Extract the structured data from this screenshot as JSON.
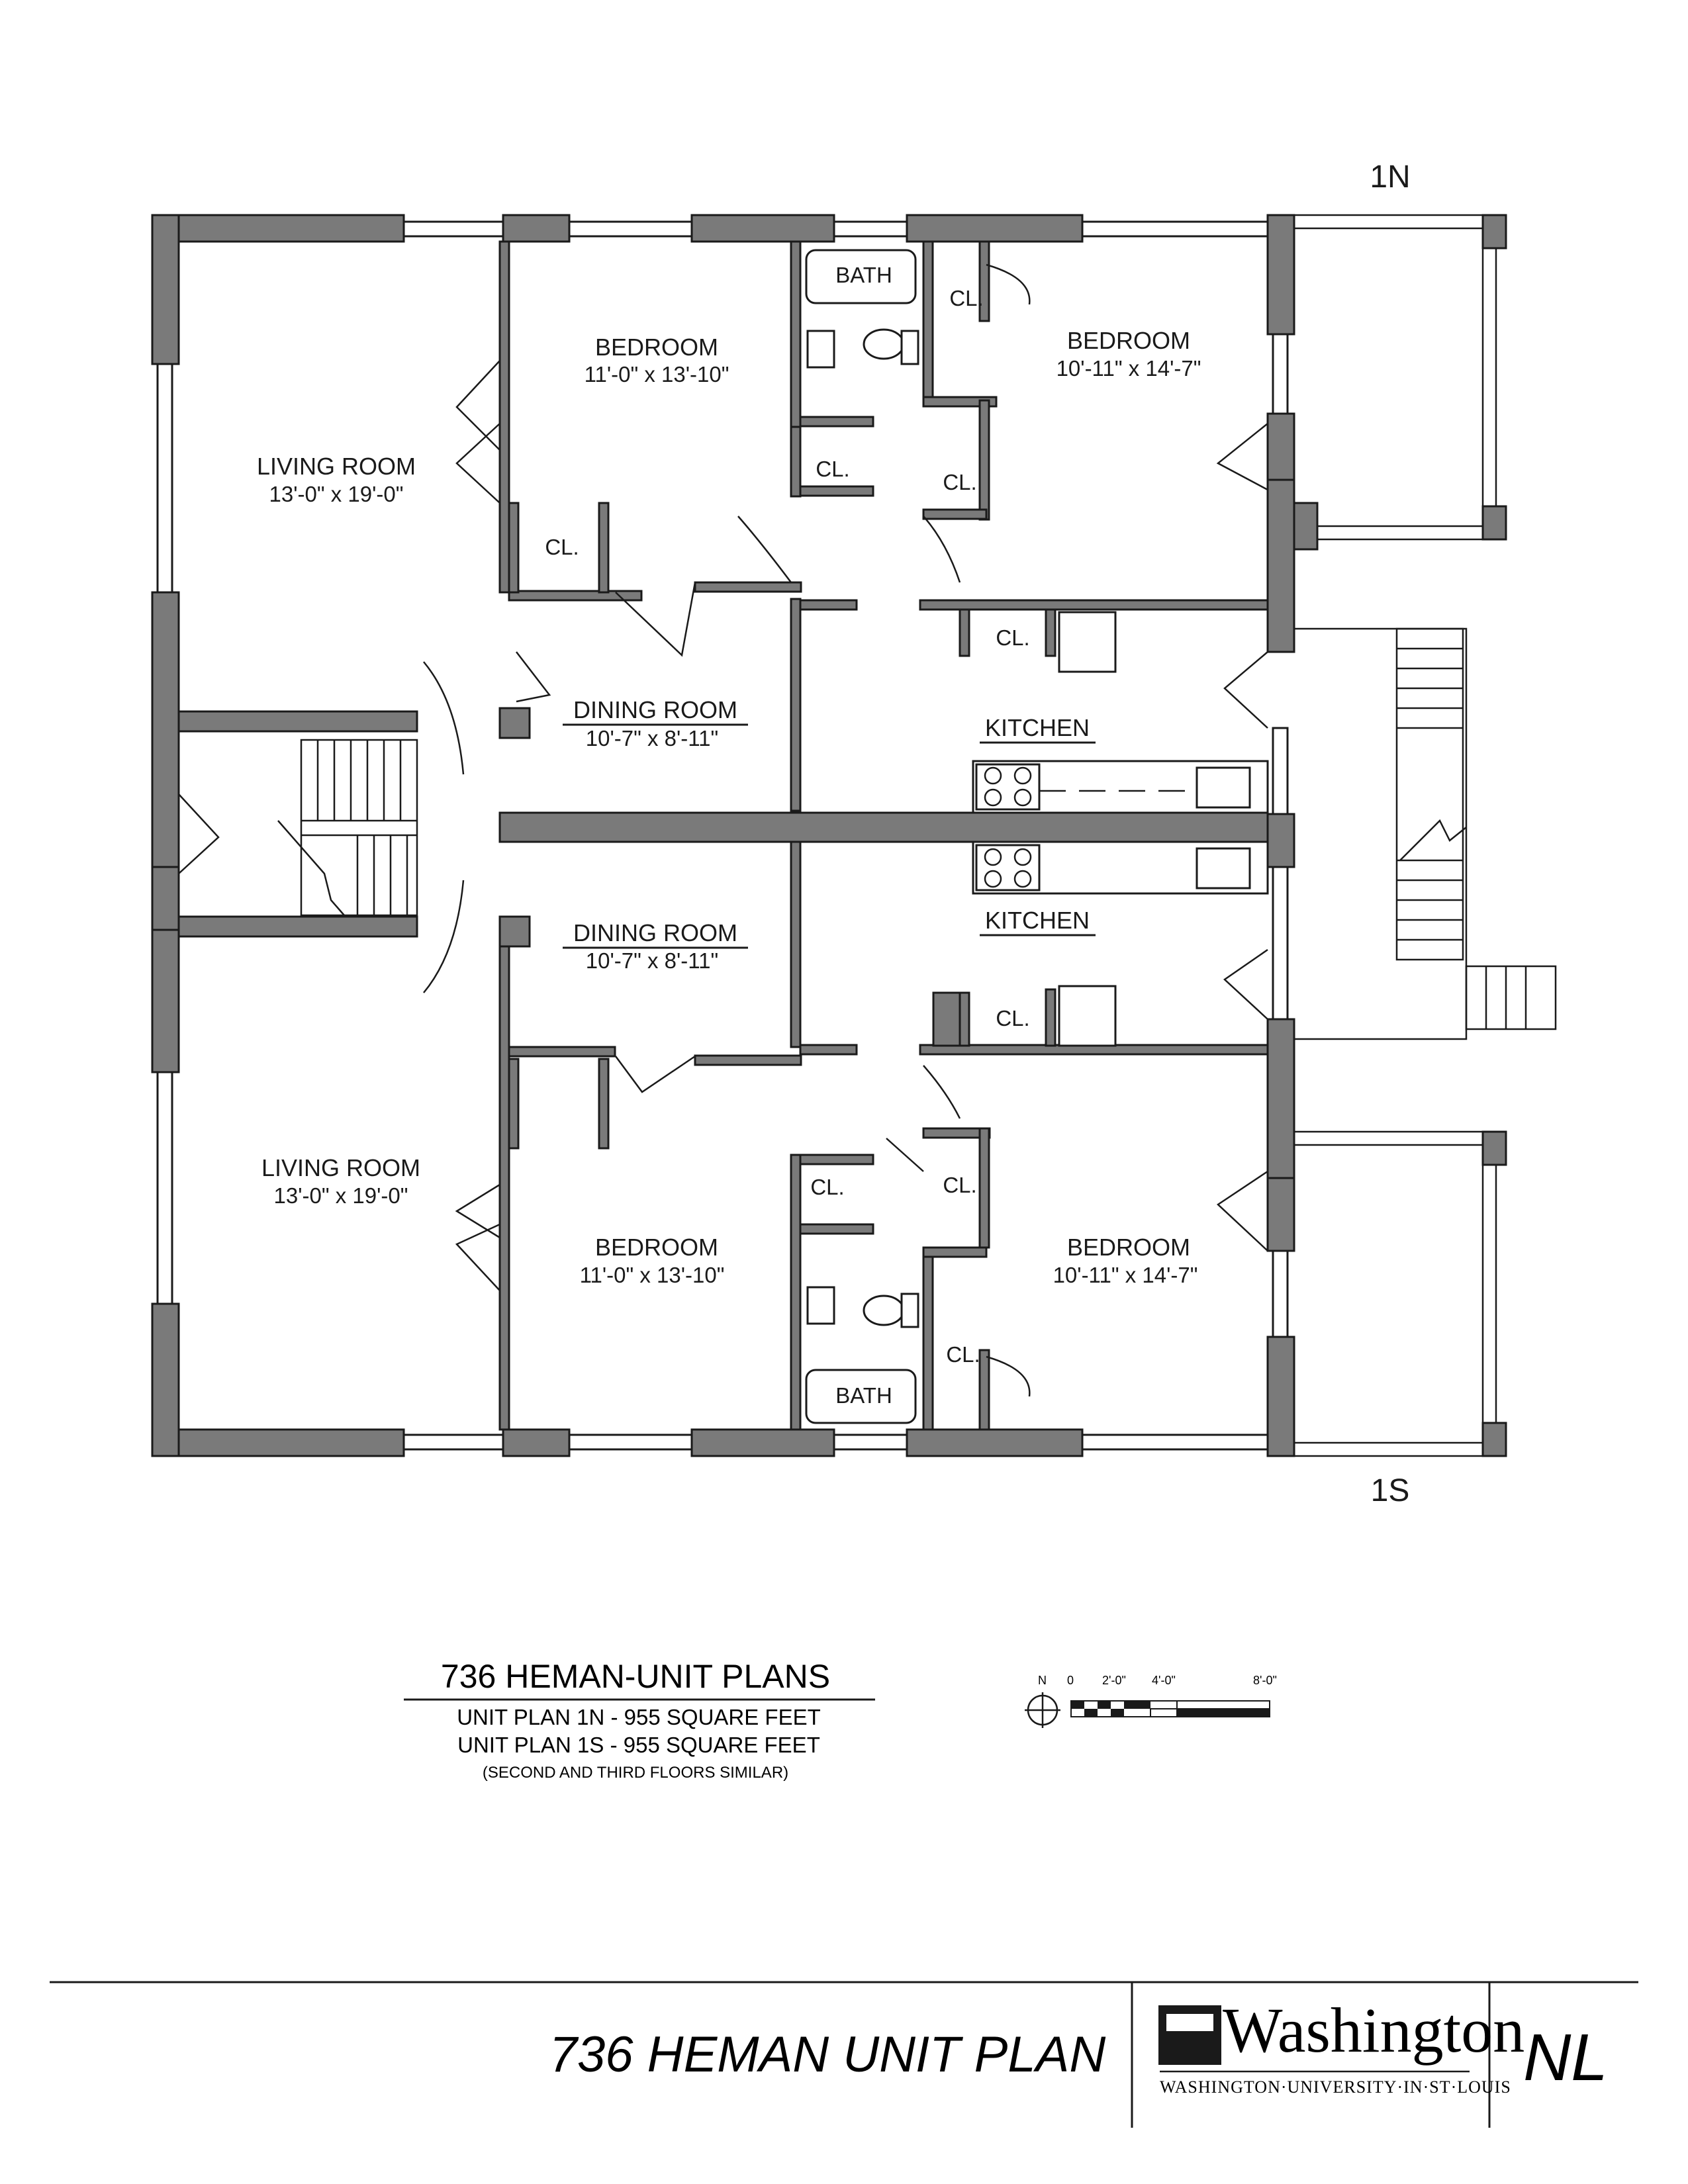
{
  "unit_tags": {
    "north": "1N",
    "south": "1S"
  },
  "rooms": {
    "living_north": {
      "name": "LIVING ROOM",
      "dims": "13'-0\" x 19'-0\""
    },
    "living_south": {
      "name": "LIVING ROOM",
      "dims": "13'-0\" x 19'-0\""
    },
    "bedroom_north_a": {
      "name": "BEDROOM",
      "dims": "11'-0\" x 13'-10\""
    },
    "bedroom_north_b": {
      "name": "BEDROOM",
      "dims": "10'-11\" x 14'-7\""
    },
    "bedroom_south_a": {
      "name": "BEDROOM",
      "dims": "11'-0\" x 13'-10\""
    },
    "bedroom_south_b": {
      "name": "BEDROOM",
      "dims": "10'-11\" x 14'-7\""
    },
    "dining_north": {
      "name": "DINING ROOM",
      "dims": "10'-7\" x 8'-11\""
    },
    "dining_south": {
      "name": "DINING ROOM",
      "dims": "10'-7\" x 8'-11\""
    },
    "kitchen_north": {
      "name": "KITCHEN"
    },
    "kitchen_south": {
      "name": "KITCHEN"
    },
    "bath_north": {
      "name": "BATH"
    },
    "bath_south": {
      "name": "BATH"
    },
    "closet_label": "CL."
  },
  "title_block": {
    "title": "736 HEMAN-UNIT PLANS",
    "line1": "UNIT PLAN 1N - 955 SQUARE FEET",
    "line2": "UNIT PLAN 1S - 955 SQUARE FEET",
    "note": "(SECOND AND THIRD FLOORS SIMILAR)"
  },
  "scale_bar": {
    "north_label": "N",
    "ticks": [
      "0",
      "2'-0\"",
      "4'-0\"",
      "8'-0\""
    ]
  },
  "footer": {
    "title": "736 HEMAN UNIT PLAN",
    "logo_word": "Washington",
    "logo_sub": "WASHINGTON·UNIVERSITY·IN·ST·LOUIS",
    "sheet_code": "NL"
  }
}
